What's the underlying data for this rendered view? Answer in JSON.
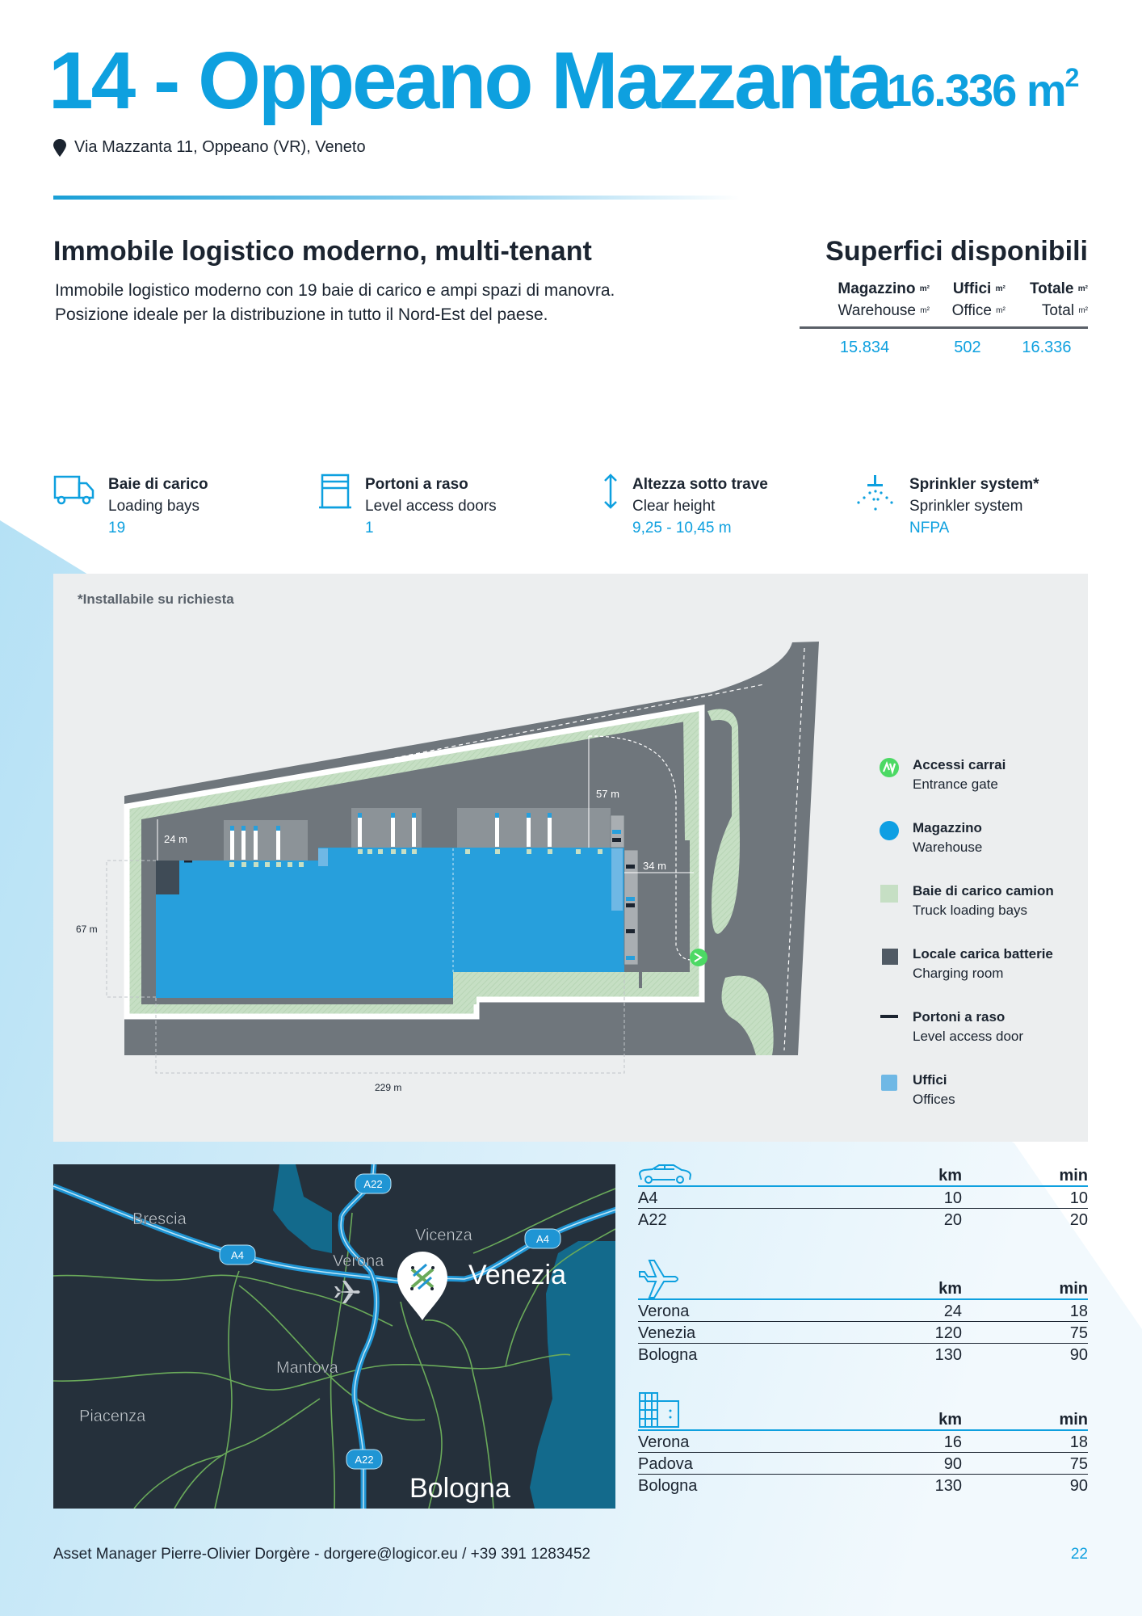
{
  "header": {
    "title": "14 - Oppeano Mazzanta",
    "area_value": "16.336 m",
    "area_sup": "2",
    "address": "Via Mazzanta 11, Oppeano (VR), Veneto"
  },
  "intro": {
    "heading": "Immobile logistico moderno, multi-tenant",
    "line1": "Immobile logistico moderno con 19 baie di carico e ampi spazi di manovra.",
    "line2": "Posizione ideale per la distribuzione in tutto il Nord-Est del paese."
  },
  "surfaces": {
    "heading": "Superfici disponibili",
    "unit": "m²",
    "columns": [
      {
        "it": "Magazzino",
        "en": "Warehouse",
        "value": "15.834"
      },
      {
        "it": "Uffici",
        "en": "Office",
        "value": "502"
      },
      {
        "it": "Totale",
        "en": "Total",
        "value": "16.336"
      }
    ]
  },
  "features": [
    {
      "icon": "truck-icon",
      "it": "Baie di carico",
      "en": "Loading bays",
      "value": "19"
    },
    {
      "icon": "door-icon",
      "it": "Portoni a raso",
      "en": "Level access doors",
      "value": "1"
    },
    {
      "icon": "vertical-arrow-icon",
      "it": "Altezza sotto trave",
      "en": "Clear height",
      "value": "9,25 - 10,45 m"
    },
    {
      "icon": "sprinkler-icon",
      "it": "Sprinkler system*",
      "en": "Sprinkler system",
      "value": "NFPA"
    }
  ],
  "plan": {
    "note": "*Installabile su richiesta",
    "dims": {
      "d24": "24 m",
      "d57": "57 m",
      "d34": "34 m",
      "d67": "67 m",
      "d229": "229 m"
    },
    "colors": {
      "warehouse": "#279fdc",
      "green": "#c6dfc4",
      "paving": "#6f767c",
      "charging": "#3f4b56",
      "office": "#6fb8e5",
      "gate": "#4cd964"
    }
  },
  "legend": [
    {
      "it": "Accessi carrai",
      "en": "Entrance gate"
    },
    {
      "it": "Magazzino",
      "en": "Warehouse"
    },
    {
      "it": "Baie di carico camion",
      "en": "Truck loading bays"
    },
    {
      "it": "Locale carica batterie",
      "en": "Charging room"
    },
    {
      "it": "Portoni a raso",
      "en": "Level access door"
    },
    {
      "it": "Uffici",
      "en": "Offices"
    }
  ],
  "map": {
    "cities": {
      "brescia": "Brescia",
      "vicenza": "Vicenza",
      "verona": "Verona",
      "venezia": "Venezia",
      "mantova": "Mantova",
      "piacenza": "Piacenza",
      "bologna": "Bologna"
    },
    "roads": {
      "a22": "A22",
      "a4": "A4"
    }
  },
  "distances": {
    "km": "km",
    "min": "min",
    "road": [
      {
        "name": "A4",
        "km": "10",
        "min": "10"
      },
      {
        "name": "A22",
        "km": "20",
        "min": "20"
      }
    ],
    "airport": [
      {
        "name": "Verona",
        "km": "24",
        "min": "18"
      },
      {
        "name": "Venezia",
        "km": "120",
        "min": "75"
      },
      {
        "name": "Bologna",
        "km": "130",
        "min": "90"
      }
    ],
    "city": [
      {
        "name": "Verona",
        "km": "16",
        "min": "18"
      },
      {
        "name": "Padova",
        "km": "90",
        "min": "75"
      },
      {
        "name": "Bologna",
        "km": "130",
        "min": "90"
      }
    ]
  },
  "footer": {
    "contact": "Asset Manager Pierre-Olivier Dorgère - dorgere@logicor.eu / +39 391 1283452",
    "page": "22"
  }
}
